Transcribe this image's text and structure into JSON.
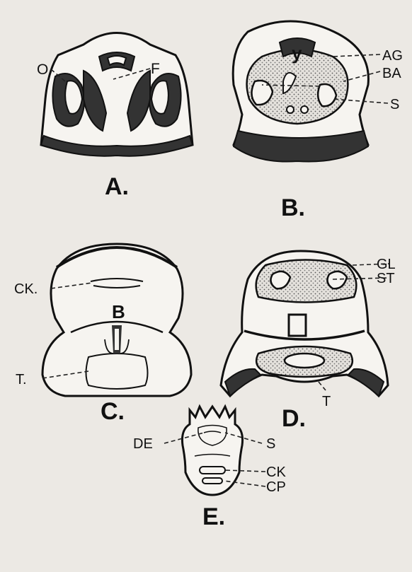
{
  "figure_labels": {
    "A": "A.",
    "B": "B.",
    "C": "C.",
    "D": "D.",
    "E": "E."
  },
  "part_labels": {
    "O": "O",
    "F": "F",
    "AG": "AG",
    "BA": "BA",
    "S_B": "S",
    "CK_C": "CK.",
    "B_C": "B",
    "T_C": "T.",
    "GL": "GL",
    "ST": "ST",
    "T_D": "T",
    "DE": "DE",
    "S_E": "S",
    "CK_E": "CK",
    "CP": "CP"
  }
}
